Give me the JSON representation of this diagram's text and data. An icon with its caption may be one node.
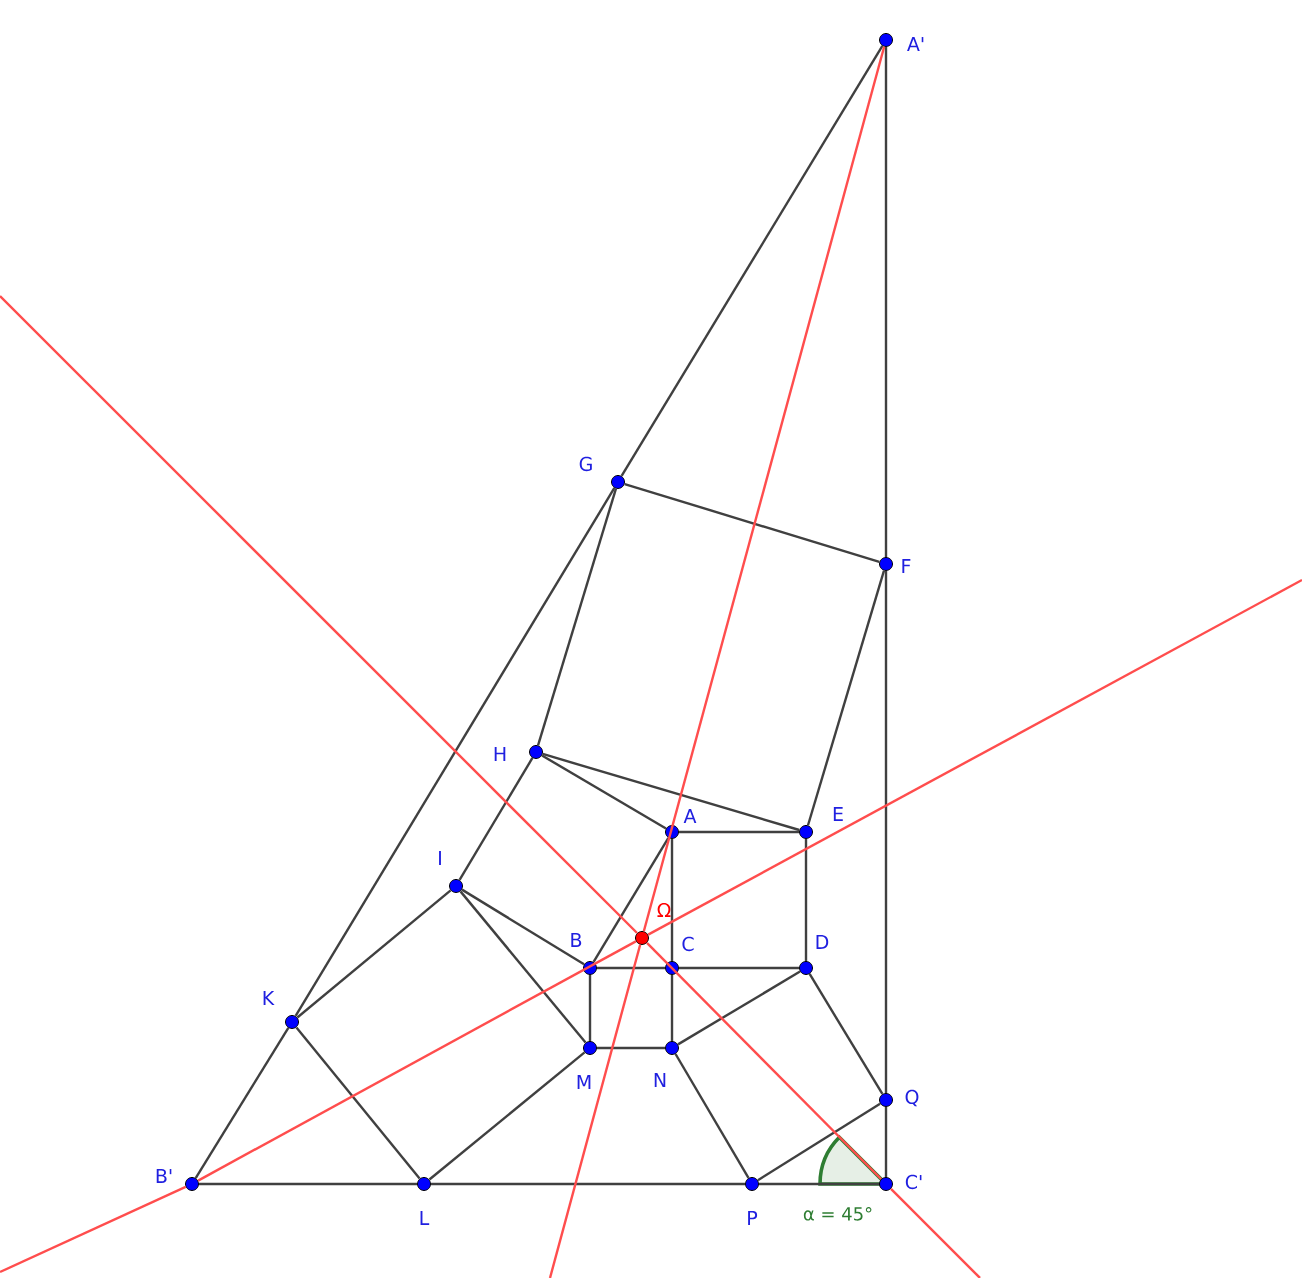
{
  "diagram": {
    "nodes": [
      {
        "text": [],
        "shape": "circle",
        "beside": [
          "A'"
        ]
      },
      {
        "text": [],
        "shape": "circle",
        "beside": [
          "F"
        ]
      },
      {
        "text": [],
        "shape": "circle",
        "beside": [
          "G"
        ]
      },
      {
        "text": [],
        "shape": "circle",
        "beside": [
          "H"
        ]
      },
      {
        "text": [],
        "shape": "circle",
        "beside": [
          "A"
        ]
      },
      {
        "text": [],
        "shape": "circle",
        "beside": [
          "E"
        ]
      },
      {
        "text": [],
        "shape": "circle",
        "beside": [
          "I"
        ]
      },
      {
        "text": [],
        "shape": "circle",
        "beside": [
          "Ω"
        ]
      },
      {
        "text": [],
        "shape": "circle",
        "beside": [
          "B"
        ]
      },
      {
        "text": [],
        "shape": "circle",
        "beside": [
          "C"
        ]
      },
      {
        "text": [],
        "shape": "circle",
        "beside": [
          "D"
        ]
      },
      {
        "text": [],
        "shape": "circle",
        "beside": [
          "K"
        ]
      },
      {
        "text": [],
        "shape": "circle",
        "beside": [
          "M"
        ]
      },
      {
        "text": [],
        "shape": "circle",
        "beside": [
          "N"
        ]
      },
      {
        "text": [],
        "shape": "circle",
        "beside": [
          "Q"
        ]
      },
      {
        "text": [],
        "shape": "circle",
        "beside": [
          "B'"
        ]
      },
      {
        "text": [],
        "shape": "circle",
        "beside": [
          "L"
        ]
      },
      {
        "text": [],
        "shape": "circle",
        "beside": [
          "P"
        ]
      },
      {
        "text": [],
        "shape": "circle",
        "beside": [
          "C'"
        ]
      }
    ],
    "edges": [
      {
        "from": 0,
        "to": 1,
        "arrow": "none"
      },
      {
        "from": 1,
        "to": 14,
        "arrow": "none"
      },
      {
        "from": 14,
        "to": 18,
        "arrow": "none"
      },
      {
        "from": 0,
        "to": 2,
        "arrow": "none"
      },
      {
        "from": 2,
        "to": 11,
        "arrow": "none"
      },
      {
        "from": 11,
        "to": 15,
        "arrow": "none"
      },
      {
        "from": 15,
        "to": 16,
        "arrow": "none"
      },
      {
        "from": 16,
        "to": 17,
        "arrow": "none"
      },
      {
        "from": 17,
        "to": 18,
        "arrow": "none"
      },
      {
        "from": 2,
        "to": 1,
        "arrow": "none"
      },
      {
        "from": 2,
        "to": 3,
        "arrow": "none"
      },
      {
        "from": 1,
        "to": 5,
        "arrow": "none"
      },
      {
        "from": 3,
        "to": 5,
        "arrow": "none"
      },
      {
        "from": 3,
        "to": 4,
        "arrow": "none"
      },
      {
        "from": 3,
        "to": 6,
        "arrow": "none"
      },
      {
        "from": 4,
        "to": 5,
        "arrow": "none"
      },
      {
        "from": 4,
        "to": 9,
        "arrow": "none"
      },
      {
        "from": 4,
        "to": 8,
        "arrow": "none"
      },
      {
        "from": 5,
        "to": 10,
        "arrow": "none"
      },
      {
        "from": 9,
        "to": 10,
        "arrow": "none"
      },
      {
        "from": 8,
        "to": 9,
        "arrow": "none"
      },
      {
        "from": 6,
        "to": 8,
        "arrow": "none"
      },
      {
        "from": 6,
        "to": 11,
        "arrow": "none"
      },
      {
        "from": 6,
        "to": 12,
        "arrow": "none"
      },
      {
        "from": 11,
        "to": 16,
        "arrow": "none"
      },
      {
        "from": 16,
        "to": 12,
        "arrow": "none"
      },
      {
        "from": 8,
        "to": 12,
        "arrow": "none"
      },
      {
        "from": 12,
        "to": 13,
        "arrow": "none"
      },
      {
        "from": 9,
        "to": 13,
        "arrow": "none"
      },
      {
        "from": 13,
        "to": 10,
        "arrow": "none"
      },
      {
        "from": 13,
        "to": 17,
        "arrow": "none"
      },
      {
        "from": 10,
        "to": 14,
        "arrow": "none"
      },
      {
        "from": 17,
        "to": 14,
        "arrow": "none"
      },
      {
        "from": 0,
        "to": 7,
        "arrow": "none",
        "color": "#ff4d4d"
      },
      {
        "from": 7,
        "to": null,
        "arrow": "none",
        "color": "#ff4d4d"
      },
      {
        "from": null,
        "to": 15,
        "arrow": "none",
        "color": "#ff4d4d"
      },
      {
        "from": 15,
        "to": 7,
        "arrow": "none",
        "color": "#ff4d4d"
      },
      {
        "from": 7,
        "to": null,
        "arrow": "none",
        "color": "#ff4d4d"
      },
      {
        "from": 7,
        "to": null,
        "arrow": "none",
        "color": "#ff4d4d"
      },
      {
        "from": 7,
        "to": 18,
        "arrow": "none",
        "color": "#ff4d4d"
      },
      {
        "from": 18,
        "to": null,
        "arrow": "none",
        "color": "#ff4d4d"
      }
    ],
    "labels": [
      "α = 45°"
    ]
  }
}
